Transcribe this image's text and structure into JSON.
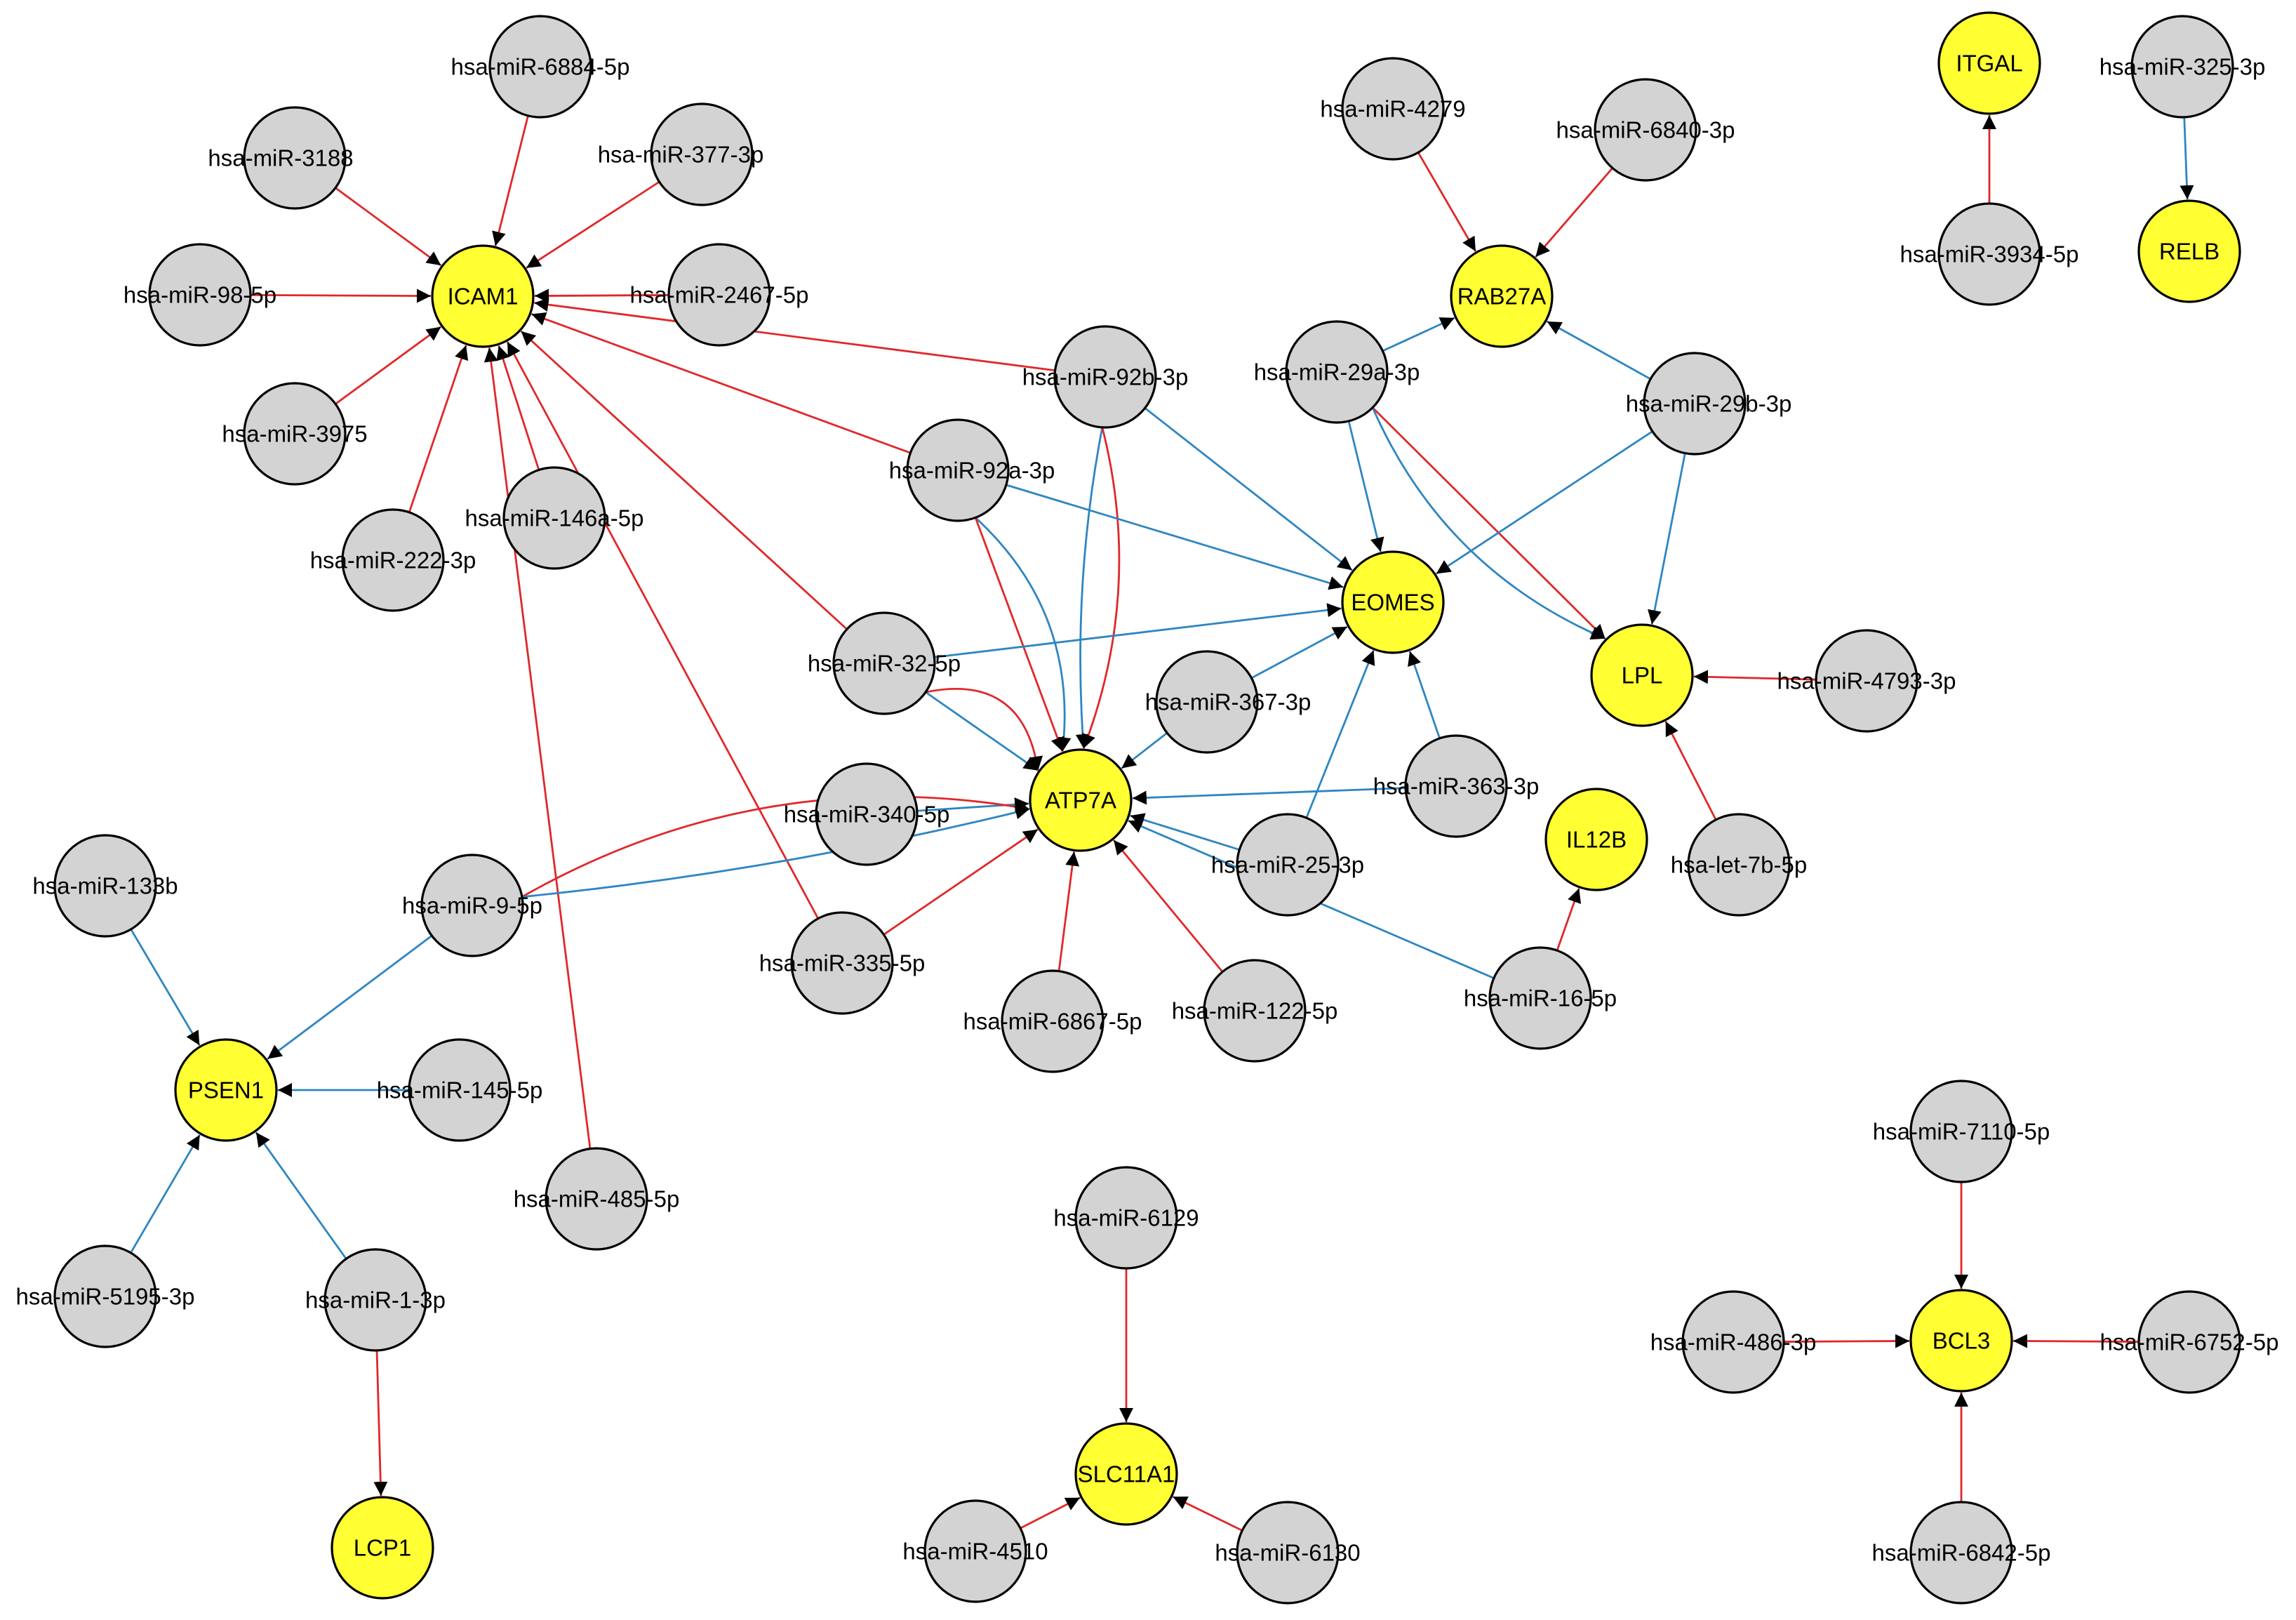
{
  "colors": {
    "gene_fill": "#ffff33",
    "mirna_fill": "#d3d3d3",
    "repressed_edge": "#e0282a",
    "activated_edge": "#2e86c1"
  },
  "genes": [
    "ICAM1",
    "RAB27A",
    "ITGAL",
    "RELB",
    "EOMES",
    "LPL",
    "ATP7A",
    "IL12B",
    "PSEN1",
    "LCP1",
    "SLC11A1",
    "BCL3"
  ],
  "mirnas": [
    "hsa-miR-6884-5p",
    "hsa-miR-3188",
    "hsa-miR-377-3p",
    "hsa-miR-98-5p",
    "hsa-miR-2467-5p",
    "hsa-miR-3975",
    "hsa-miR-222-3p",
    "hsa-miR-146a-5p",
    "hsa-miR-92b-3p",
    "hsa-miR-92a-3p",
    "hsa-miR-32-5p",
    "hsa-miR-367-3p",
    "hsa-miR-340-5p",
    "hsa-miR-9-5p",
    "hsa-miR-335-5p",
    "hsa-miR-6867-5p",
    "hsa-miR-122-5p",
    "hsa-miR-25-3p",
    "hsa-miR-363-3p",
    "hsa-miR-16-5p",
    "hsa-miR-4279",
    "hsa-miR-6840-3p",
    "hsa-miR-29a-3p",
    "hsa-miR-29b-3p",
    "hsa-miR-4793-3p",
    "hsa-let-7b-5p",
    "hsa-miR-3934-5p",
    "hsa-miR-325-3p",
    "hsa-miR-133b",
    "hsa-miR-145-5p",
    "hsa-miR-485-5p",
    "hsa-miR-5195-3p",
    "hsa-miR-1-3p",
    "hsa-miR-6129",
    "hsa-miR-4510",
    "hsa-miR-6130",
    "hsa-miR-7110-5p",
    "hsa-miR-486-3p",
    "hsa-miR-6752-5p",
    "hsa-miR-6842-5p"
  ],
  "edges": [
    {
      "from": "hsa-miR-6884-5p",
      "to": "ICAM1",
      "type": "repressed"
    },
    {
      "from": "hsa-miR-3188",
      "to": "ICAM1",
      "type": "repressed"
    },
    {
      "from": "hsa-miR-377-3p",
      "to": "ICAM1",
      "type": "repressed"
    },
    {
      "from": "hsa-miR-98-5p",
      "to": "ICAM1",
      "type": "repressed"
    },
    {
      "from": "hsa-miR-2467-5p",
      "to": "ICAM1",
      "type": "repressed"
    },
    {
      "from": "hsa-miR-3975",
      "to": "ICAM1",
      "type": "repressed"
    },
    {
      "from": "hsa-miR-222-3p",
      "to": "ICAM1",
      "type": "repressed"
    },
    {
      "from": "hsa-miR-146a-5p",
      "to": "ICAM1",
      "type": "repressed"
    },
    {
      "from": "hsa-miR-92b-3p",
      "to": "ICAM1",
      "type": "repressed"
    },
    {
      "from": "hsa-miR-92a-3p",
      "to": "ICAM1",
      "type": "repressed"
    },
    {
      "from": "hsa-miR-32-5p",
      "to": "ICAM1",
      "type": "repressed"
    },
    {
      "from": "hsa-miR-335-5p",
      "to": "ICAM1",
      "type": "repressed"
    },
    {
      "from": "hsa-miR-485-5p",
      "to": "ICAM1",
      "type": "repressed"
    },
    {
      "from": "hsa-miR-92b-3p",
      "to": "EOMES",
      "type": "activated"
    },
    {
      "from": "hsa-miR-92b-3p",
      "to": "ATP7A",
      "type": "activated",
      "bend": 0.05
    },
    {
      "from": "hsa-miR-92b-3p",
      "to": "ATP7A",
      "type": "repressed",
      "bend": -0.12
    },
    {
      "from": "hsa-miR-92a-3p",
      "to": "EOMES",
      "type": "activated"
    },
    {
      "from": "hsa-miR-92a-3p",
      "to": "ATP7A",
      "type": "activated",
      "bend": -0.18
    },
    {
      "from": "hsa-miR-92a-3p",
      "to": "ATP7A",
      "type": "repressed"
    },
    {
      "from": "hsa-miR-32-5p",
      "to": "EOMES",
      "type": "activated"
    },
    {
      "from": "hsa-miR-32-5p",
      "to": "ATP7A",
      "type": "activated"
    },
    {
      "from": "hsa-miR-32-5p",
      "to": "ATP7A",
      "type": "repressed",
      "bend": -0.3
    },
    {
      "from": "hsa-miR-367-3p",
      "to": "EOMES",
      "type": "activated"
    },
    {
      "from": "hsa-miR-367-3p",
      "to": "ATP7A",
      "type": "activated"
    },
    {
      "from": "hsa-miR-340-5p",
      "to": "ATP7A",
      "type": "activated"
    },
    {
      "from": "hsa-miR-9-5p",
      "to": "ATP7A",
      "type": "repressed",
      "bend": -0.15
    },
    {
      "from": "hsa-miR-9-5p",
      "to": "ATP7A",
      "type": "activated",
      "bend": 0.03
    },
    {
      "from": "hsa-miR-9-5p",
      "to": "PSEN1",
      "type": "activated"
    },
    {
      "from": "hsa-miR-335-5p",
      "to": "ATP7A",
      "type": "repressed"
    },
    {
      "from": "hsa-miR-6867-5p",
      "to": "ATP7A",
      "type": "repressed"
    },
    {
      "from": "hsa-miR-122-5p",
      "to": "ATP7A",
      "type": "repressed"
    },
    {
      "from": "hsa-miR-25-3p",
      "to": "ATP7A",
      "type": "activated"
    },
    {
      "from": "hsa-miR-25-3p",
      "to": "EOMES",
      "type": "activated"
    },
    {
      "from": "hsa-miR-363-3p",
      "to": "ATP7A",
      "type": "activated"
    },
    {
      "from": "hsa-miR-363-3p",
      "to": "EOMES",
      "type": "activated"
    },
    {
      "from": "hsa-miR-16-5p",
      "to": "ATP7A",
      "type": "activated"
    },
    {
      "from": "hsa-miR-16-5p",
      "to": "IL12B",
      "type": "repressed"
    },
    {
      "from": "hsa-miR-4279",
      "to": "RAB27A",
      "type": "repressed"
    },
    {
      "from": "hsa-miR-6840-3p",
      "to": "RAB27A",
      "type": "repressed"
    },
    {
      "from": "hsa-miR-29a-3p",
      "to": "RAB27A",
      "type": "activated"
    },
    {
      "from": "hsa-miR-29a-3p",
      "to": "EOMES",
      "type": "activated"
    },
    {
      "from": "hsa-miR-29a-3p",
      "to": "LPL",
      "type": "repressed"
    },
    {
      "from": "hsa-miR-29a-3p",
      "to": "LPL",
      "type": "activated",
      "bend": 0.15
    },
    {
      "from": "hsa-miR-29b-3p",
      "to": "RAB27A",
      "type": "activated"
    },
    {
      "from": "hsa-miR-29b-3p",
      "to": "EOMES",
      "type": "activated"
    },
    {
      "from": "hsa-miR-29b-3p",
      "to": "LPL",
      "type": "activated"
    },
    {
      "from": "hsa-miR-4793-3p",
      "to": "LPL",
      "type": "repressed"
    },
    {
      "from": "hsa-let-7b-5p",
      "to": "LPL",
      "type": "repressed"
    },
    {
      "from": "hsa-miR-3934-5p",
      "to": "ITGAL",
      "type": "repressed"
    },
    {
      "from": "hsa-miR-325-3p",
      "to": "RELB",
      "type": "activated"
    },
    {
      "from": "hsa-miR-133b",
      "to": "PSEN1",
      "type": "activated"
    },
    {
      "from": "hsa-miR-145-5p",
      "to": "PSEN1",
      "type": "activated"
    },
    {
      "from": "hsa-miR-5195-3p",
      "to": "PSEN1",
      "type": "activated"
    },
    {
      "from": "hsa-miR-1-3p",
      "to": "PSEN1",
      "type": "activated"
    },
    {
      "from": "hsa-miR-1-3p",
      "to": "LCP1",
      "type": "repressed"
    },
    {
      "from": "hsa-miR-6129",
      "to": "SLC11A1",
      "type": "repressed"
    },
    {
      "from": "hsa-miR-4510",
      "to": "SLC11A1",
      "type": "repressed"
    },
    {
      "from": "hsa-miR-6130",
      "to": "SLC11A1",
      "type": "repressed"
    },
    {
      "from": "hsa-miR-7110-5p",
      "to": "BCL3",
      "type": "repressed"
    },
    {
      "from": "hsa-miR-486-3p",
      "to": "BCL3",
      "type": "repressed"
    },
    {
      "from": "hsa-miR-6752-5p",
      "to": "BCL3",
      "type": "repressed"
    },
    {
      "from": "hsa-miR-6842-5p",
      "to": "BCL3",
      "type": "repressed"
    }
  ]
}
